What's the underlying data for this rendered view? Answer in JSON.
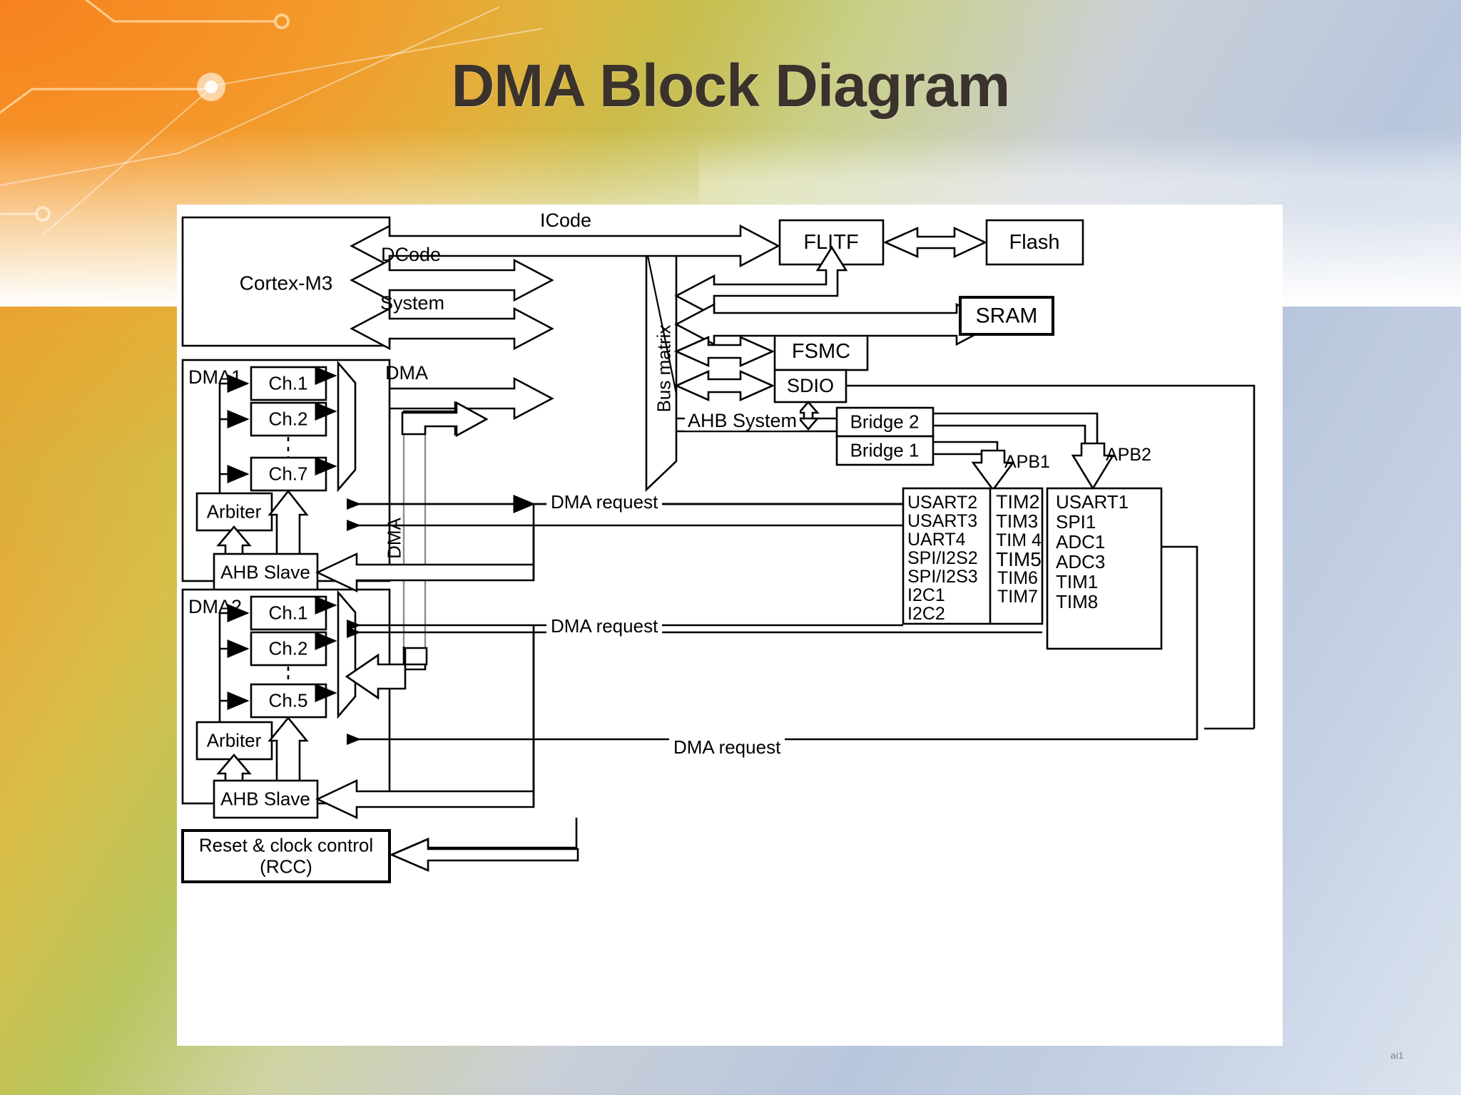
{
  "slide": {
    "title": "DMA Block Diagram",
    "corner_note": "ai1"
  },
  "diagram": {
    "cortex": {
      "label": "Cortex-M3"
    },
    "bus_matrix": {
      "label": "Bus matrix"
    },
    "buses": {
      "icode": "ICode",
      "dcode": "DCode",
      "system": "System",
      "dma": "DMA",
      "dma_vertical": "DMA",
      "ahb_system": "AHB System"
    },
    "memory": {
      "flitf": "FLITF",
      "flash": "Flash",
      "sram": "SRAM",
      "fsmc": "FSMC",
      "sdio": "SDIO"
    },
    "bridges": {
      "bridge2": "Bridge  2",
      "bridge1": "Bridge  1",
      "apb1": "APB1",
      "apb2": "APB2"
    },
    "dma1": {
      "title": "DMA1",
      "channels": [
        "Ch.1",
        "Ch.2",
        "Ch.7"
      ],
      "arbiter": "Arbiter",
      "ahb_slave": "AHB Slave"
    },
    "dma2": {
      "title": "DMA2",
      "channels": [
        "Ch.1",
        "Ch.2",
        "Ch.5"
      ],
      "arbiter": "Arbiter",
      "ahb_slave": "AHB Slave"
    },
    "rcc": {
      "line1": "Reset & clock control",
      "line2": "(RCC)"
    },
    "dma_requests": [
      "DMA request",
      "DMA request",
      "DMA request"
    ],
    "apb1_peripherals_left": [
      "USART2",
      "USART3",
      "UART4",
      "SPI/I2S2",
      "SPI/I2S3",
      "I2C1",
      "I2C2"
    ],
    "apb1_peripherals_right": [
      "TIM2",
      "TIM3",
      "TIM 4",
      "TIM5",
      "TIM6",
      "TIM7"
    ],
    "apb2_peripherals": [
      "USART1",
      "SPI1",
      "ADC1",
      "ADC3",
      "TIM1",
      "TIM8"
    ]
  },
  "colors": {
    "ink": "#000000",
    "title_ink": "#3b322c",
    "canvas": "#ffffff",
    "grey_line": "#9a9a9a"
  }
}
